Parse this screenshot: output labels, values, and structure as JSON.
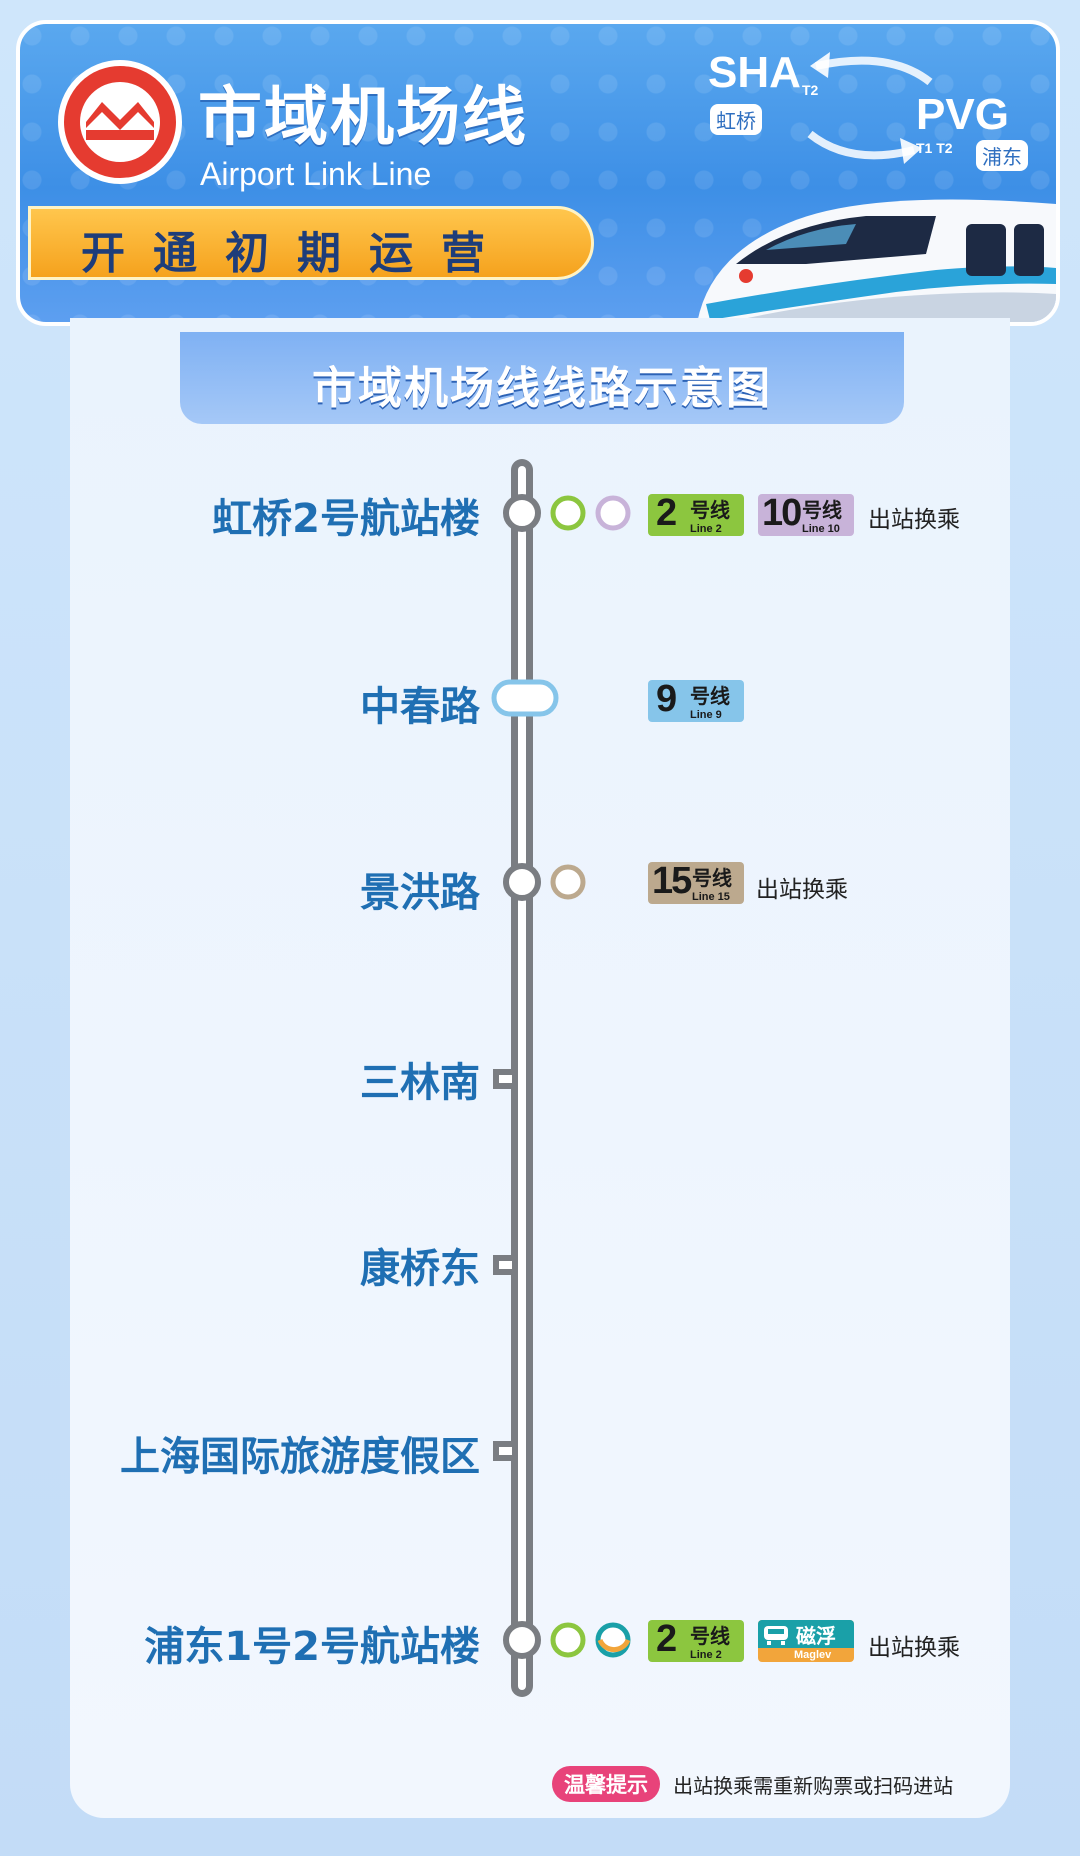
{
  "header": {
    "title_cn": "市域机场线",
    "title_en": "Airport Link Line",
    "banner": "开通初期运营",
    "route": {
      "from_code": "SHA",
      "from_terminal": "T2",
      "from_name": "虹桥",
      "to_code": "PVG",
      "to_terminal": "T1 T2",
      "to_name": "浦东"
    }
  },
  "map_title": "市域机场线线路示意图",
  "stations": [
    {
      "name": "虹桥2号航站楼",
      "transfers": [
        {
          "num": "2",
          "cn": "号线",
          "en": "Line 2",
          "color": "#8cc63f"
        },
        {
          "num": "10",
          "cn": "号线",
          "en": "Line 10",
          "color": "#c8b3d9"
        }
      ],
      "note": "出站换乘"
    },
    {
      "name": "中春路",
      "transfers": [
        {
          "num": "9",
          "cn": "号线",
          "en": "Line 9",
          "color": "#86c5ea"
        }
      ],
      "note": ""
    },
    {
      "name": "景洪路",
      "transfers": [
        {
          "num": "15",
          "cn": "号线",
          "en": "Line 15",
          "color": "#bca98e"
        }
      ],
      "note": "出站换乘"
    },
    {
      "name": "三林南",
      "transfers": [],
      "note": ""
    },
    {
      "name": "康桥东",
      "transfers": [],
      "note": ""
    },
    {
      "name": "上海国际旅游度假区",
      "transfers": [],
      "note": ""
    },
    {
      "name": "浦东1号2号航站楼",
      "transfers": [
        {
          "num": "2",
          "cn": "号线",
          "en": "Line 2",
          "color": "#8cc63f"
        },
        {
          "maglev_cn": "磁浮",
          "en": "Maglev",
          "color": "#f2a53b"
        }
      ],
      "note": "出站换乘"
    }
  ],
  "tip": {
    "label": "温馨提示",
    "text": "出站换乘需重新购票或扫码进站"
  },
  "colors": {
    "line_gray": "#7a7d82",
    "station_text": "#1f6fb3",
    "line2": "#8cc63f",
    "line10": "#c8b3d9",
    "line9": "#86c5ea",
    "line15": "#bca98e",
    "maglev_teal": "#1aa0a8",
    "maglev_orange": "#f2a53b"
  }
}
